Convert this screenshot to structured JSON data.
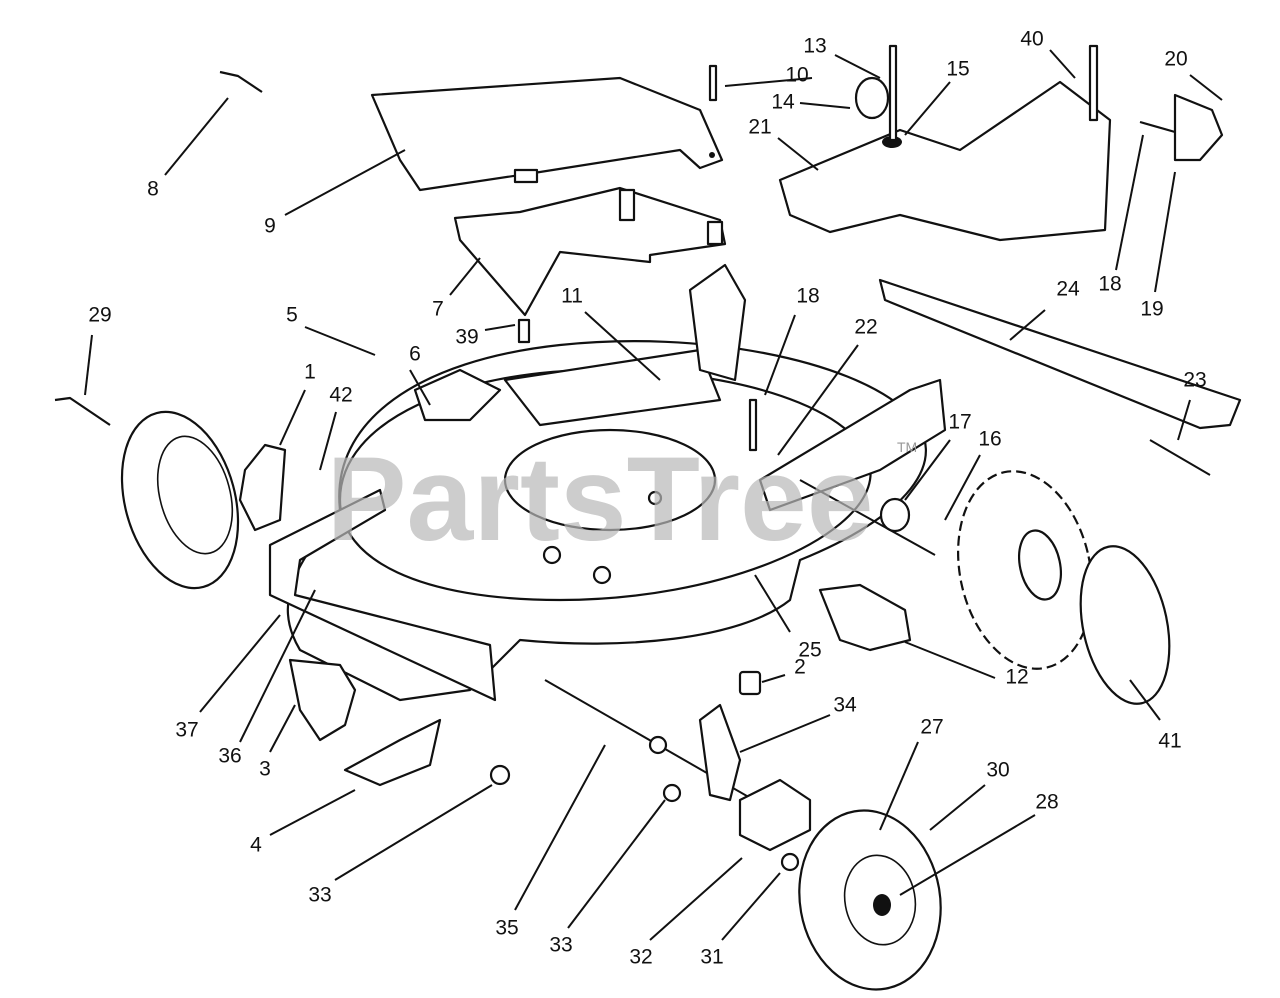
{
  "watermark": "PartsTree",
  "watermark_mark": "TM",
  "callouts": [
    {
      "id": "c13",
      "label": "13"
    },
    {
      "id": "c10",
      "label": "10"
    },
    {
      "id": "c40",
      "label": "40"
    },
    {
      "id": "c20",
      "label": "20"
    },
    {
      "id": "c15",
      "label": "15"
    },
    {
      "id": "c14",
      "label": "14"
    },
    {
      "id": "c21",
      "label": "21"
    },
    {
      "id": "c8",
      "label": "8"
    },
    {
      "id": "c9",
      "label": "9"
    },
    {
      "id": "c18a",
      "label": "18"
    },
    {
      "id": "c19",
      "label": "19"
    },
    {
      "id": "c24",
      "label": "24"
    },
    {
      "id": "c7",
      "label": "7"
    },
    {
      "id": "c11",
      "label": "11"
    },
    {
      "id": "c18b",
      "label": "18"
    },
    {
      "id": "c22",
      "label": "22"
    },
    {
      "id": "c39",
      "label": "39"
    },
    {
      "id": "c5",
      "label": "5"
    },
    {
      "id": "c29",
      "label": "29"
    },
    {
      "id": "c6",
      "label": "6"
    },
    {
      "id": "c1",
      "label": "1"
    },
    {
      "id": "c42",
      "label": "42"
    },
    {
      "id": "c23",
      "label": "23"
    },
    {
      "id": "c17",
      "label": "17"
    },
    {
      "id": "c16",
      "label": "16"
    },
    {
      "id": "c25",
      "label": "25"
    },
    {
      "id": "c2",
      "label": "2"
    },
    {
      "id": "c12",
      "label": "12"
    },
    {
      "id": "c34",
      "label": "34"
    },
    {
      "id": "c27",
      "label": "27"
    },
    {
      "id": "c30",
      "label": "30"
    },
    {
      "id": "c28",
      "label": "28"
    },
    {
      "id": "c41",
      "label": "41"
    },
    {
      "id": "c37",
      "label": "37"
    },
    {
      "id": "c36",
      "label": "36"
    },
    {
      "id": "c3",
      "label": "3"
    },
    {
      "id": "c4",
      "label": "4"
    },
    {
      "id": "c33a",
      "label": "33"
    },
    {
      "id": "c35",
      "label": "35"
    },
    {
      "id": "c33b",
      "label": "33"
    },
    {
      "id": "c32",
      "label": "32"
    },
    {
      "id": "c31",
      "label": "31"
    }
  ]
}
